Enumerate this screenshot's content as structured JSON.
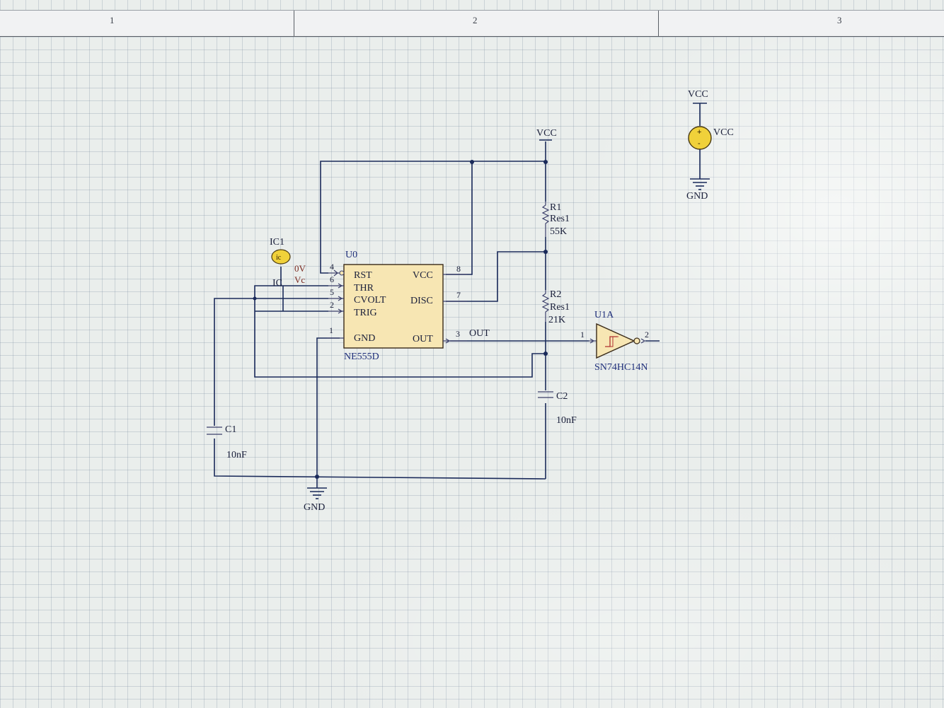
{
  "ruler": {
    "zones": [
      "1",
      "2",
      "3"
    ]
  },
  "schematic": {
    "u0": {
      "designator": "U0",
      "part": "NE555D",
      "pins_left": [
        "RST",
        "THR",
        "CVOLT",
        "TRIG",
        "GND"
      ],
      "pins_right": [
        "VCC",
        "DISC",
        "OUT"
      ],
      "pin_numbers": {
        "rst": "4",
        "thr": "6",
        "cvolt": "5",
        "trig": "2",
        "gnd": "1",
        "vcc": "8",
        "disc": "7",
        "out": "3"
      }
    },
    "ic1": {
      "designator": "IC1",
      "glyph": "ic",
      "value": "0V",
      "param": "Vc",
      "net": "IC"
    },
    "r1": {
      "designator": "R1",
      "type": "Res1",
      "value": "55K"
    },
    "r2": {
      "designator": "R2",
      "type": "Res1",
      "value": "21K"
    },
    "c1": {
      "designator": "C1",
      "value": "10nF"
    },
    "c2": {
      "designator": "C2",
      "value": "10nF"
    },
    "u1a": {
      "designator": "U1A",
      "part": "SN74HC14N",
      "pin_in": "1",
      "pin_out": "2"
    },
    "net_out": "OUT",
    "vcc_main": "VCC",
    "gnd_main": "GND",
    "vsource": {
      "top_label": "VCC",
      "name": "VCC",
      "gnd_label": "GND"
    }
  },
  "colors": {
    "wire": "#1a2a5a",
    "part_fill": "#f7e6b3",
    "source_fill": "#f0d13a"
  }
}
